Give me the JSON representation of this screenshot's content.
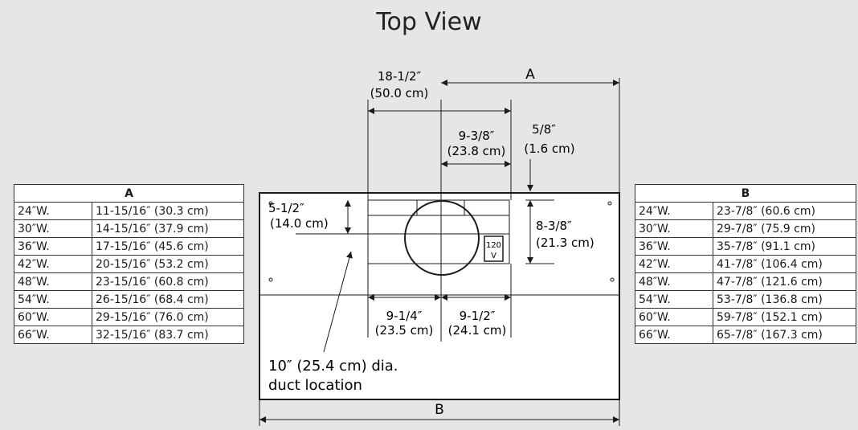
{
  "title": "Top View",
  "labels": {
    "a_top": "A",
    "d_18_in": "18-1/2″",
    "d_18_cm": "(50.0 cm)",
    "d_9_38_in": "9-3/8″",
    "d_9_38_cm": "(23.8 cm)",
    "d_58_in": "5/8″",
    "d_58_cm": "(1.6 cm)",
    "d_5_12_in": "5-1/2″",
    "d_5_12_cm": "(14.0 cm)",
    "d_8_38_in": "8-3/8″",
    "d_8_38_cm": "(21.3 cm)",
    "outlet_top": "120",
    "outlet_bottom": "V",
    "d_9_14_in": "9-1/4″",
    "d_9_14_cm": "(23.5 cm)",
    "d_9_12_in": "9-1/2″",
    "d_9_12_cm": "(24.1 cm)",
    "duct_line1": "10″ (25.4 cm) dia.",
    "duct_line2": "duct location",
    "b_bottom": "B"
  },
  "tableA": {
    "header": "A",
    "rows": [
      [
        "24″W.",
        "11-15/16″ (30.3 cm)"
      ],
      [
        "30″W.",
        "14-15/16″ (37.9 cm)"
      ],
      [
        "36″W.",
        "17-15/16″ (45.6 cm)"
      ],
      [
        "42″W.",
        "20-15/16″ (53.2 cm)"
      ],
      [
        "48″W.",
        "23-15/16″ (60.8 cm)"
      ],
      [
        "54″W.",
        "26-15/16″ (68.4 cm)"
      ],
      [
        "60″W.",
        "29-15/16″ (76.0 cm)"
      ],
      [
        "66″W.",
        "32-15/16″ (83.7 cm)"
      ]
    ]
  },
  "tableB": {
    "header": "B",
    "rows": [
      [
        "24″W.",
        "23-7/8″ (60.6 cm)"
      ],
      [
        "30″W.",
        "29-7/8″ (75.9 cm)"
      ],
      [
        "36″W.",
        "35-7/8″ (91.1 cm)"
      ],
      [
        "42″W.",
        "41-7/8″ (106.4 cm)"
      ],
      [
        "48″W.",
        "47-7/8″ (121.6 cm)"
      ],
      [
        "54″W.",
        "53-7/8″ (136.8 cm)"
      ],
      [
        "60″W.",
        "59-7/8″ (152.1 cm)"
      ],
      [
        "66″W.",
        "65-7/8″ (167.3 cm)"
      ]
    ]
  }
}
